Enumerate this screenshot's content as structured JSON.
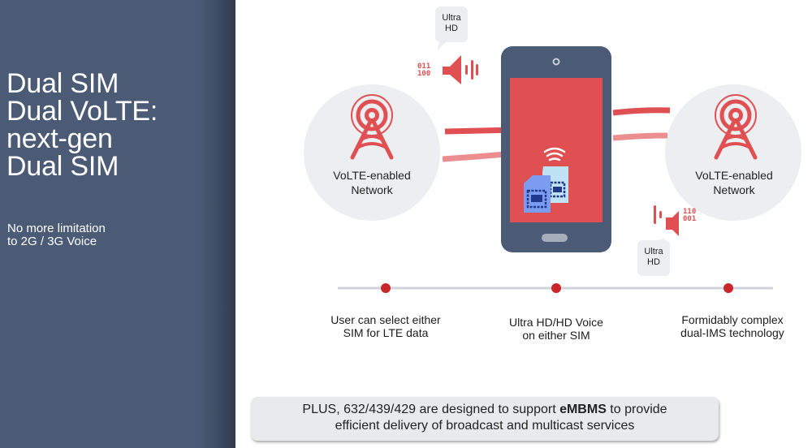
{
  "sidebar": {
    "title_lines": [
      "Dual SIM",
      "Dual VoLTE:",
      "next-gen",
      "Dual SIM"
    ],
    "subtitle_lines": [
      "No more limitation",
      "to 2G / 3G Voice"
    ],
    "background_color": "#4b5b76"
  },
  "diagram": {
    "left_network": {
      "icon": "cell-tower-icon",
      "label_lines": [
        "VoLTE-enabled",
        "Network"
      ]
    },
    "right_network": {
      "icon": "cell-tower-icon",
      "label_lines": [
        "VoLTE-enabled",
        "Network"
      ]
    },
    "top_audio": {
      "bubble_lines": [
        "Ultra",
        "HD"
      ],
      "bits_lines": [
        "011",
        "100"
      ],
      "icon": "speaker-icon"
    },
    "bottom_audio": {
      "bubble_lines": [
        "Ultra",
        "HD"
      ],
      "bits_lines": [
        "110",
        "001"
      ],
      "icon": "speaker-icon"
    },
    "phone": {
      "icon": "smartphone-icon",
      "sim_icons": [
        "sim-card-icon",
        "sim-card-icon"
      ],
      "signal_icon": "wifi-signal-icon"
    },
    "colors": {
      "accent_red": "#e04f52",
      "light_red": "#ec8d8f",
      "phone_body": "#4b5b76",
      "circle_bg": "#eceef1",
      "sim_front": "#7b9cf0",
      "sim_back": "#bfe3f5",
      "sim_chip": "#1f3a8a"
    }
  },
  "features": [
    {
      "lines": [
        "User can select either",
        "SIM for LTE data"
      ]
    },
    {
      "lines": [
        "Ultra HD/HD Voice",
        "on either SIM"
      ]
    },
    {
      "lines": [
        "Formidably complex",
        "dual-IMS technology"
      ]
    }
  ],
  "plus_box": {
    "line1_prefix": "PLUS, 632/439/429 are designed to support ",
    "line1_bold": "eMBMS",
    "line1_suffix": " to provide",
    "line2": "efficient delivery of broadcast and multicast services"
  }
}
